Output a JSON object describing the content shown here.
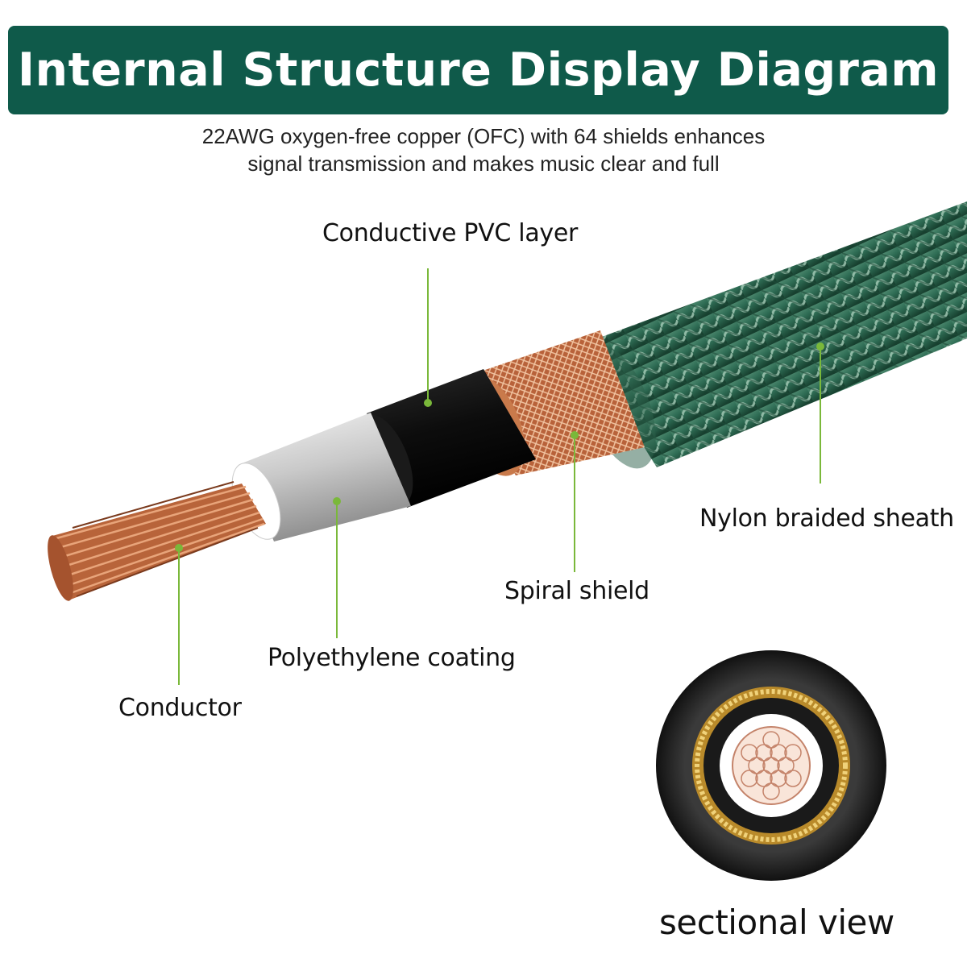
{
  "header": {
    "title": "Internal Structure Display Diagram",
    "subtitle_line1": "22AWG oxygen-free copper (OFC) with 64 shields enhances",
    "subtitle_line2": "signal transmission and makes music clear and full"
  },
  "labels": {
    "conductive_pvc": "Conductive PVC layer",
    "nylon_sheath": "Nylon braided sheath",
    "spiral_shield": "Spiral shield",
    "polyethylene": "Polyethylene coating",
    "conductor": "Conductor"
  },
  "sectional": {
    "caption": "sectional view"
  },
  "colors": {
    "banner": "#0f5a4a",
    "sheath": "#2f6d55",
    "copper": "#c06a3c",
    "pointer": "#7ab83a"
  }
}
